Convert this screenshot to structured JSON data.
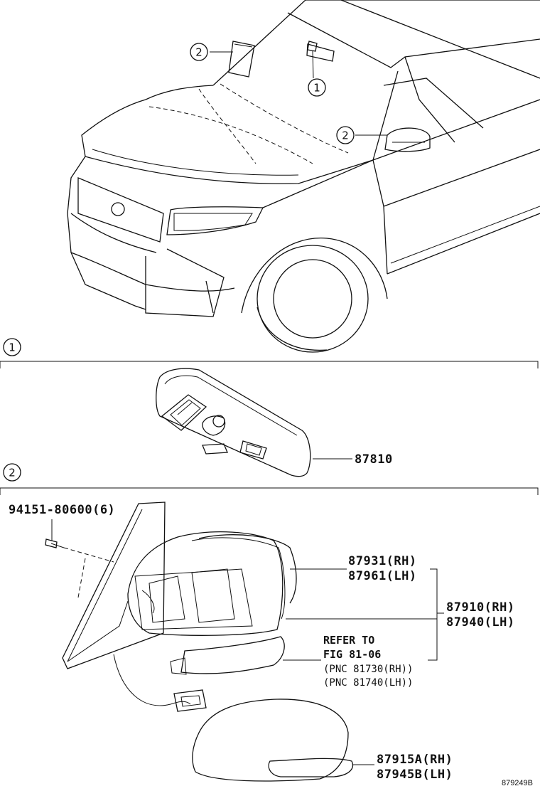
{
  "callouts": {
    "c1": "1",
    "c2": "2"
  },
  "sections": {
    "s1": "1",
    "s2": "2"
  },
  "parts": {
    "inner_mirror": "87810",
    "bolt": "94151-80600(6)",
    "cover_rh": "87931(RH)",
    "cover_lh": "87961(LH)",
    "mirror_rh": "87910(RH)",
    "mirror_lh": "87940(LH)",
    "refer_1": "REFER TO",
    "refer_2": "FIG 81-06",
    "refer_3": "(PNC 81730(RH))",
    "refer_4": "(PNC 81740(LH))",
    "cap_rh": "87915A(RH)",
    "cap_lh": "87945B(LH)"
  },
  "figure_ref": "879249B"
}
